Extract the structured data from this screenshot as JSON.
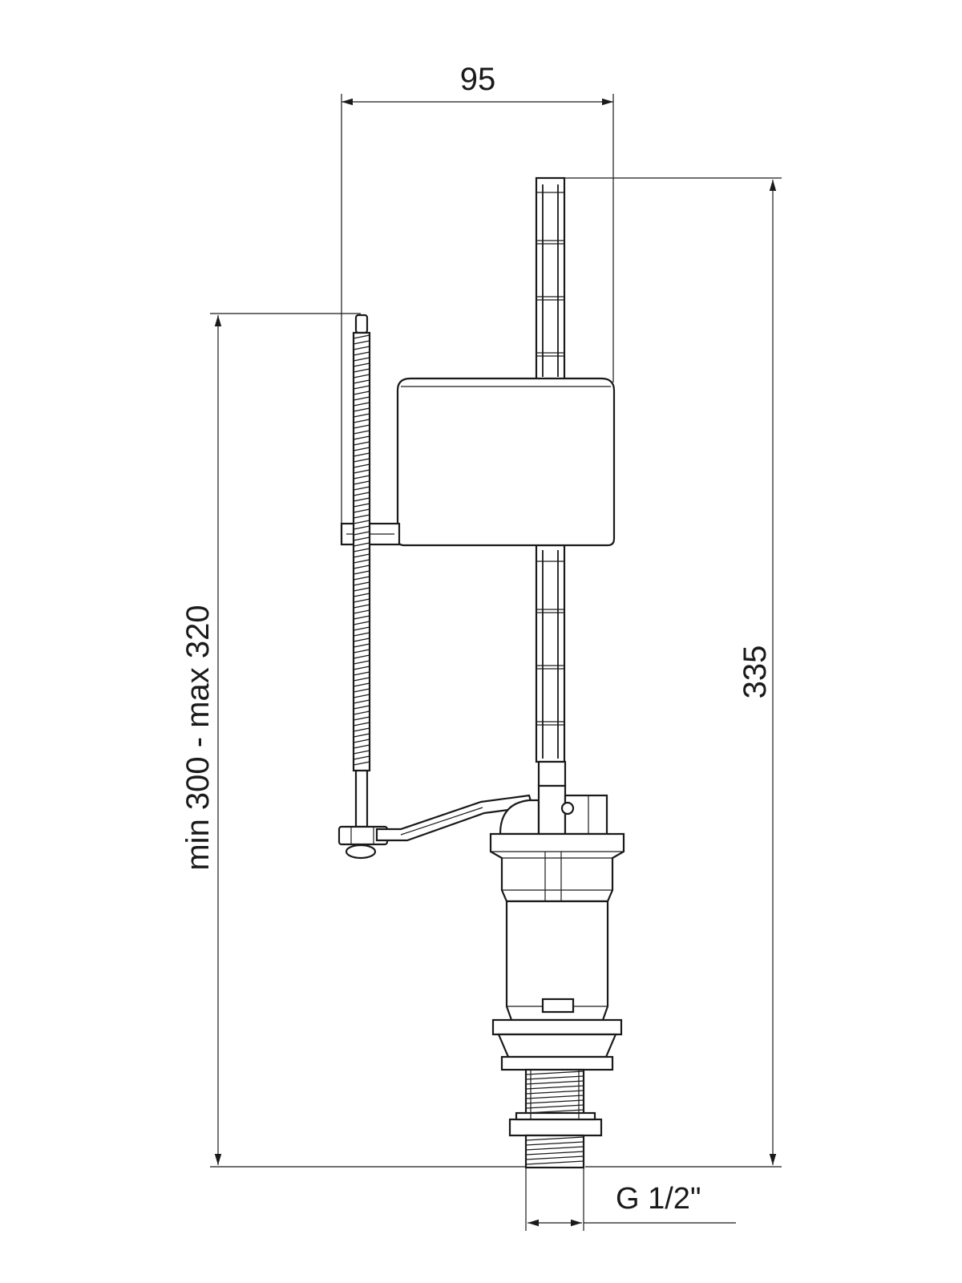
{
  "dimensions": {
    "width_label": "95",
    "height_label": "335",
    "float_range_label": "min 300 - max 320",
    "thread_label": "G 1/2\""
  },
  "colors": {
    "line": "#1a1a1a",
    "background": "#ffffff"
  }
}
